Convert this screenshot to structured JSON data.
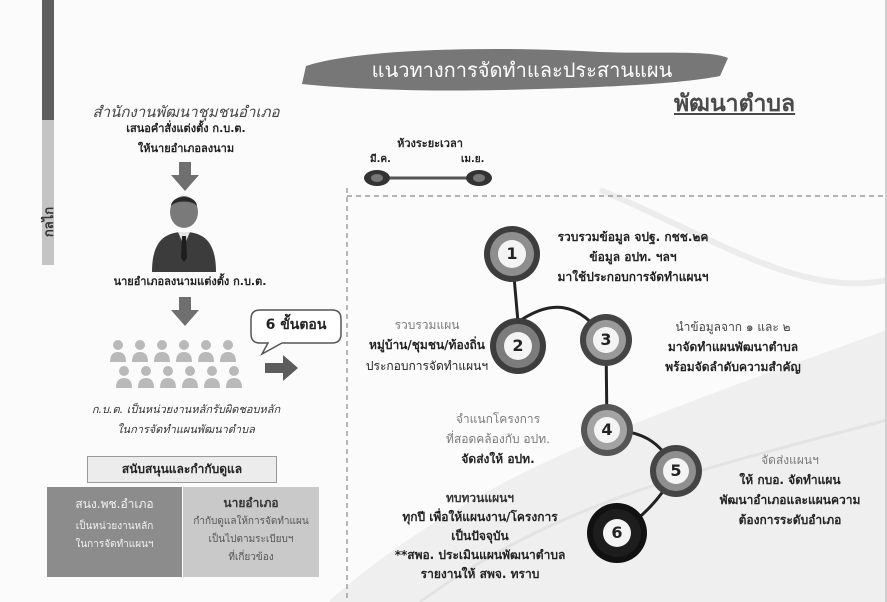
{
  "title": "แนวทางการจัดทำและประสานแผน",
  "subtitle": "พัฒนาตำบล",
  "side_label": "กลไก",
  "left": {
    "office": "สำนักงานพัฒนาชุมชนอำเภอ",
    "propose_line1": "เสนอคำสั่งแต่งตั้ง ก.บ.ต.",
    "propose_line2": "ให้นายอำเภอลงนาม",
    "sign_text": "นายอำเภอลงนามแต่งตั้ง ก.บ.ต.",
    "steps_bubble": "6 ขั้นตอน",
    "committee_line1": "ก.บ.ต. เป็นหน่วยงานหลักรับผิดชอบหลัก",
    "committee_line2": "ในการจัดทำแผนพัฒนาตำบล",
    "support_header": "สนับสนุนและกำกับดูแล",
    "box1": {
      "title": "สนง.พช.อำเภอ",
      "line1": "เป็นหน่วยงานหลัก",
      "line2": "ในการจัดทำแผนฯ"
    },
    "box2": {
      "title": "นายอำเภอ",
      "line1": "กำกับดูแลให้การจัดทำแผน",
      "line2": "เป็นไปตามระเบียบฯ",
      "line3": "ที่เกี่ยวข้อง"
    }
  },
  "timeline": {
    "label": "ห้วงระยะเวลา",
    "start": "มี.ค.",
    "end": "เม.ย."
  },
  "steps": [
    {
      "num": "1",
      "lines": [
        "รวบรวมข้อมูล จปฐ. กชช.๒ค",
        "ข้อมูล อปท. ฯลฯ",
        "มาใช้ประกอบการจัดทำแผนฯ"
      ]
    },
    {
      "num": "2",
      "lines": [
        "รวบรวมแผน",
        "หมู่บ้าน/ชุมชน/ท้องถิ่น",
        "ประกอบการจัดทำแผนฯ"
      ]
    },
    {
      "num": "3",
      "lines": [
        "นำข้อมูลจาก ๑ และ ๒",
        "มาจัดทำแผนพัฒนาตำบล",
        "พร้อมจัดลำดับความสำคัญ"
      ]
    },
    {
      "num": "4",
      "lines": [
        "จำแนกโครงการ",
        "ที่สอดคล้องกับ อปท.",
        "จัดส่งให้ อปท."
      ]
    },
    {
      "num": "5",
      "lines": [
        "จัดส่งแผนฯ",
        "ให้ กบอ. จัดทำแผน",
        "พัฒนาอำเภอและแผนความ",
        "ต้องการระดับอำเภอ"
      ]
    },
    {
      "num": "6",
      "lines": [
        "ทบทวนแผนฯ",
        "ทุกปี เพื่อให้แผนงาน/โครงการ",
        "เป็นปัจจุบัน",
        "**สพอ. ประเมินแผนพัฒนาตำบล",
        "รายงานให้ สพจ. ทราบ"
      ]
    }
  ]
}
